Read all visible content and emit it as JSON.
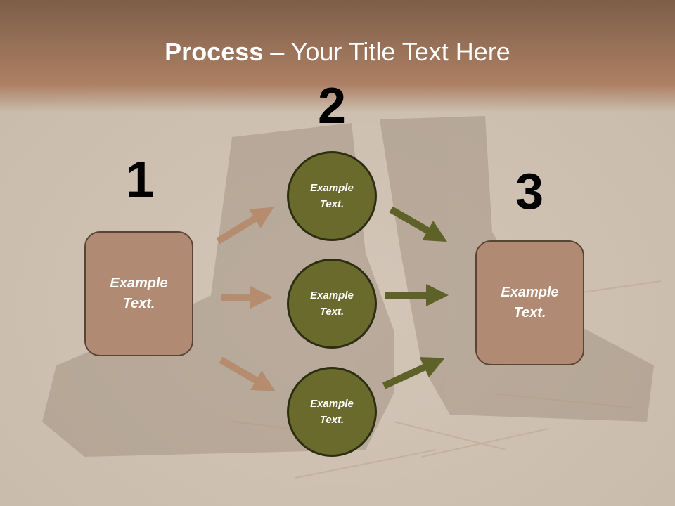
{
  "title": {
    "bold": "Process",
    "rest": " – Your Title Text Here"
  },
  "numbers": [
    "1",
    "2",
    "3"
  ],
  "left_box": {
    "text": "Example Text."
  },
  "middle_circles": [
    {
      "text": "Example Text."
    },
    {
      "text": "Example Text."
    },
    {
      "text": "Example Text."
    }
  ],
  "right_box": {
    "text": "Example Text."
  },
  "colors": {
    "box_fill": "#b08a72",
    "box_border": "#5a4434",
    "circle_fill": "#696a2c",
    "circle_border": "#2d2d12",
    "arrow_left": "#b58c6d",
    "arrow_right": "#5e6228",
    "header_band": "#8f6a4f"
  }
}
